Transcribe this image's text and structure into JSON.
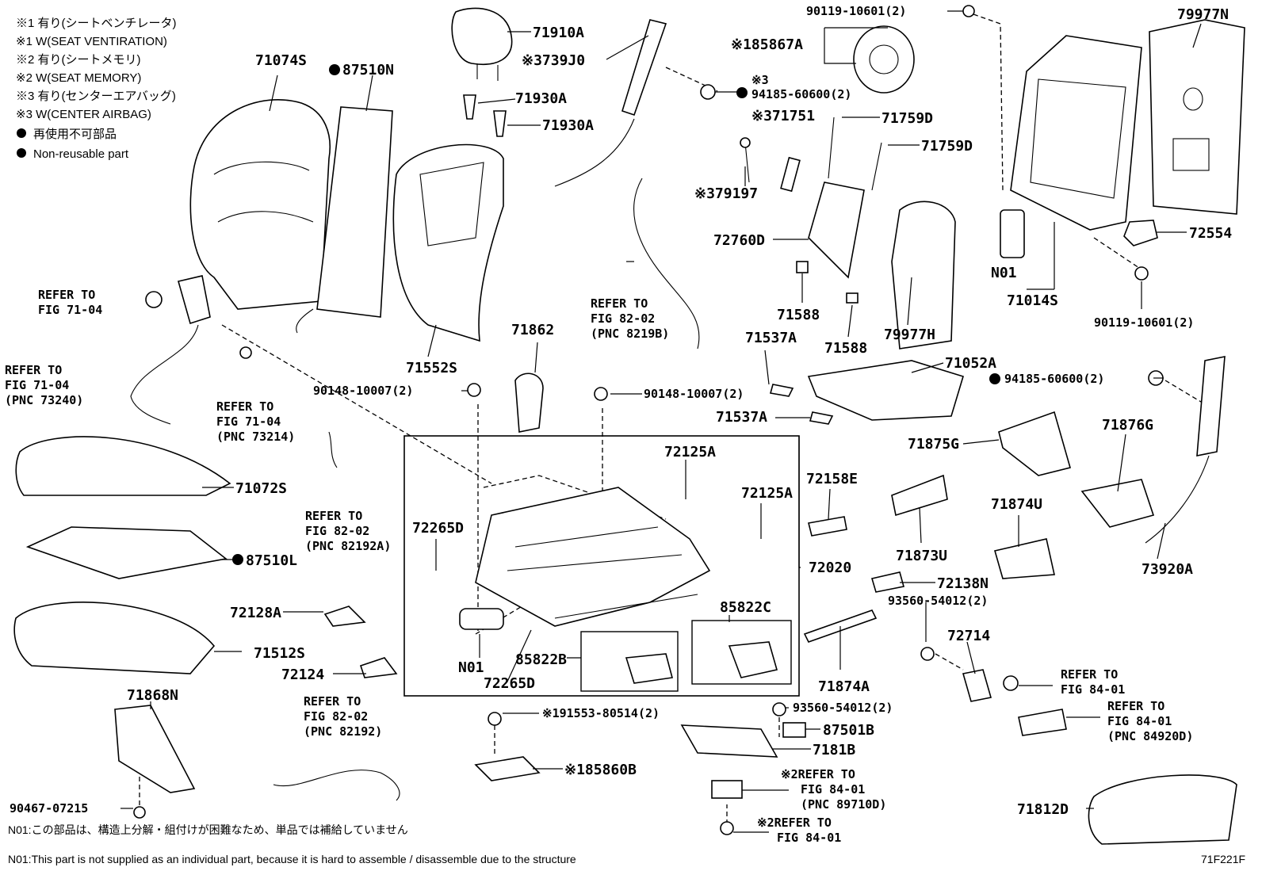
{
  "legend": [
    "※1 有り(シートベンチレータ)",
    "※1 W(SEAT VENTIRATION)",
    "※2 有り(シートメモリ)",
    "※2 W(SEAT MEMORY)",
    "※3 有り(センターエアバッグ)",
    "※3 W(CENTER AIRBAG)",
    "再使用不可部品",
    "Non-reusable part"
  ],
  "labels": {
    "p71074S": "71074S",
    "p87510N": "87510N",
    "p71910A": "71910A",
    "p71930A_1": "71930A",
    "p71930A_2": "71930A",
    "p739J0": "※3739J0",
    "p90119_top": "90119-10601(2)",
    "p85867A": "※185867A",
    "p94185_top_a": "※3",
    "p94185_top_b": "94185-60600(2)",
    "p71751": "※371751",
    "p71759D_1": "71759D",
    "p71759D_2": "71759D",
    "p79197": "※379197",
    "p79977N": "79977N",
    "p72554": "72554",
    "pN01_right": "N01",
    "p71014S": "71014S",
    "p90119_right": "90119-10601(2)",
    "p72760D": "72760D",
    "p71588_1": "71588",
    "p71588_2": "71588",
    "p79977H": "79977H",
    "p71862": "71862",
    "p71552S": "71552S",
    "p71537A_1": "71537A",
    "p71537A_2": "71537A",
    "p71052A": "71052A",
    "p94185_mid": "94185-60600(2)",
    "p90148_1": "90148-10007(2)",
    "p90148_2": "90148-10007(2)",
    "p71875G": "71875G",
    "p71876G": "71876G",
    "p72125A_1": "72125A",
    "p72125A_2": "72125A",
    "p72158E": "72158E",
    "p72265D_1": "72265D",
    "p72265D_2": "72265D",
    "p71874U": "71874U",
    "p71873U": "71873U",
    "p73920A": "73920A",
    "p72020": "72020",
    "p72138N": "72138N",
    "p93560_1": "93560-54012(2)",
    "p85822C": "85822C",
    "pN01_mid": "N01",
    "p85822B": "85822B",
    "p72714": "72714",
    "p71874A": "71874A",
    "p71072S": "71072S",
    "p87510L": "87510L",
    "p72128A": "72128A",
    "p71512S": "71512S",
    "p72124": "72124",
    "p71868N": "71868N",
    "p90467": "90467-07215",
    "p91553": "※191553-80514(2)",
    "p85860B": "※185860B",
    "p93560_2": "93560-54012(2)",
    "p87501B": "87501B",
    "p7181B": "7181B",
    "p71812D": "71812D"
  },
  "refers": {
    "r1": [
      "REFER TO",
      "FIG 71-04"
    ],
    "r2": [
      "REFER TO",
      "FIG 71-04",
      "(PNC 73240)"
    ],
    "r3": [
      "REFER TO",
      "FIG 71-04",
      "(PNC 73214)"
    ],
    "r4": [
      "REFER TO",
      "FIG 82-02",
      "(PNC 8219B)"
    ],
    "r5": [
      "REFER TO",
      "FIG 82-02",
      "(PNC 82192A)"
    ],
    "r6": [
      "REFER TO",
      "FIG 82-02",
      "(PNC 82192)"
    ],
    "r7": [
      "REFER TO",
      "FIG 84-01"
    ],
    "r8": [
      "REFER TO",
      "FIG 84-01",
      "(PNC 84920D)"
    ],
    "r9": [
      "※2REFER TO",
      "FIG 84-01",
      "(PNC 89710D)"
    ],
    "r10": [
      "※2REFER TO",
      "FIG 84-01"
    ]
  },
  "notes": {
    "n01_jp": "N01:この部品は、構造上分解・組付けが困難なため、単品では補給していません",
    "n01_en": "N01:This part is not supplied as an individual part, because it is hard to assemble / disassemble due to the structure",
    "fig_code": "71F221F"
  }
}
